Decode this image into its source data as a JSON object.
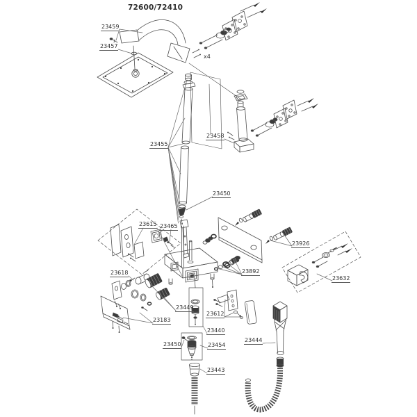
{
  "title": "72600/72410",
  "diagram": {
    "description": "Exploded parts diagram of a thermostatic shower system with rain head, slide rail, valve body and hand shower",
    "line_color": "#4d4d4d",
    "label_color": "#2e2e2e",
    "quantity_note": "x4"
  },
  "labels": [
    {
      "part": "shower-arm-screws",
      "text": "23459"
    },
    {
      "part": "shower-head-oring",
      "text": "23457"
    },
    {
      "part": "quantity-note",
      "text": "x4"
    },
    {
      "part": "slide-rail",
      "text": "23455"
    },
    {
      "part": "supply-column",
      "text": "23458"
    },
    {
      "part": "rail-end-fitting",
      "text": "23450"
    },
    {
      "part": "mounting-bracket-kit",
      "text": "23615"
    },
    {
      "part": "fixing-parts",
      "text": "23465"
    },
    {
      "part": "volume-cartridge",
      "text": "23926"
    },
    {
      "part": "oring-cap-set",
      "text": "23892"
    },
    {
      "part": "wall-bracket-kit",
      "text": "23632"
    },
    {
      "part": "handle-cartridge",
      "text": "23618"
    },
    {
      "part": "cartridge-nut",
      "text": "23449"
    },
    {
      "part": "wall-anchors",
      "text": "23183"
    },
    {
      "part": "support-bracket",
      "text": "23612"
    },
    {
      "part": "diverter-assembly",
      "text": "23440"
    },
    {
      "part": "check-valve-screw",
      "text": "23450"
    },
    {
      "part": "check-valve",
      "text": "23454"
    },
    {
      "part": "hand-shower",
      "text": "23444"
    },
    {
      "part": "hose-connector",
      "text": "23443"
    }
  ]
}
